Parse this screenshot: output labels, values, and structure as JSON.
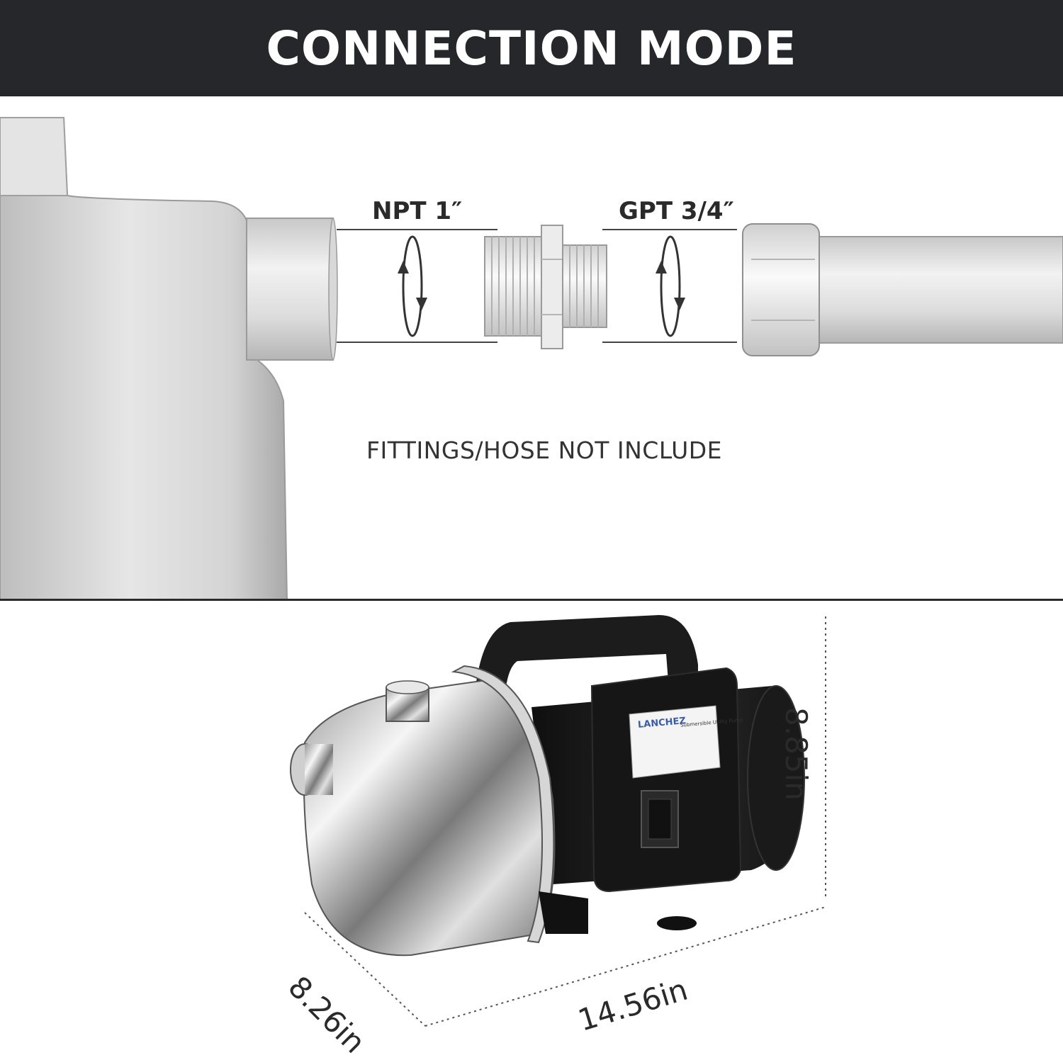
{
  "header": {
    "title": "CONNECTION MODE"
  },
  "diagram": {
    "inlet_spec": "NPT 1″",
    "adapter_spec": "GPT 3/4″",
    "note": "FITTINGS/HOSE NOT INCLUDE"
  },
  "product": {
    "brand": "LANCHEZ",
    "label_heading": "Submersible Utility Pump",
    "dimensions": {
      "height": "8.85in",
      "length": "14.56in",
      "width": "8.26in"
    }
  },
  "colors": {
    "banner_bg": "#25272a",
    "banner_text": "#ffffff",
    "rendering_grey": "#d9d9d9",
    "pump_body_black": "#1c1c1c"
  },
  "icons": [
    "rotate-arrows-icon",
    "rotate-arrows-icon"
  ]
}
